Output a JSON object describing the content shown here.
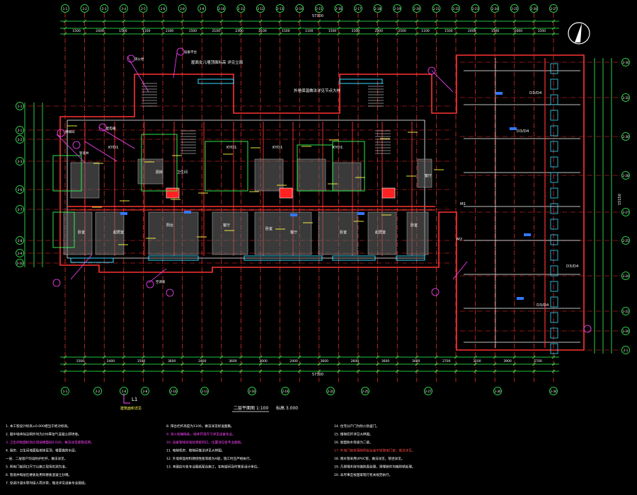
{
  "drawing": {
    "scale_label": "1:100",
    "total_dim": "57300",
    "right_total_dim": "15150",
    "top_axes": [
      "1-1",
      "2-2",
      "2-3",
      "2-4",
      "2-5",
      "2-6",
      "2-8",
      "2-9",
      "2-10",
      "2-11",
      "2-12",
      "2-13",
      "2-14",
      "2-15",
      "2-16",
      "2-17",
      "2-18",
      "2-19",
      "2-20",
      "2-21",
      "2-22",
      "2-23",
      "2-24",
      "2-25",
      "2-26",
      "2-27"
    ],
    "bottom_axes": [
      "1-1",
      "2-2",
      "2-6",
      "2-8",
      "2-10",
      "2-13",
      "2-16",
      "2-19",
      "2-22",
      "2-25",
      "2-27",
      "2-30",
      "2-34"
    ],
    "left_axes": [
      "1-1",
      "2-1",
      "2-2",
      "2-3",
      "2-6",
      "2-7",
      "2-8",
      "2-9",
      "2-10"
    ],
    "right_axes": [
      "2-34",
      "2-32",
      "2-30",
      "2-28",
      "2-27",
      "2-25",
      "2-24",
      "2-22",
      "2-20",
      "2-1"
    ],
    "top_dims": [
      "1500",
      "2400",
      "1500",
      "1100",
      "2300",
      "1500",
      "2100",
      "2300",
      "2100",
      "1500",
      "1100",
      "1500",
      "2100",
      "2300",
      "2500",
      "1100",
      "1500",
      "2400",
      "1500",
      "2000",
      "1500"
    ],
    "bottom_dims": [
      "1500",
      "2400",
      "1500",
      "3600",
      "2400",
      "3600",
      "3000",
      "2400",
      "3600",
      "2600",
      "3600",
      "3000",
      "2700",
      "3100",
      "3900",
      "5700"
    ],
    "room_labels": [
      "卧室",
      "起居室",
      "厨房",
      "卫生间",
      "阳台",
      "客厅",
      "卧室",
      "客厅",
      "卧室",
      "起居室",
      "卧室",
      "客厅"
    ],
    "tags": [
      "KYD1",
      "KYD1",
      "KYD1",
      "KYD1",
      "D3/D4",
      "D3/D4",
      "D3/D4",
      "D3/D4",
      "M1",
      "M2"
    ],
    "callouts": [
      "楼梯间",
      "管道井",
      "配电箱",
      "消火栓",
      "设备平台",
      "空调板"
    ],
    "annotation_top": "屋面女儿墙顶面标高 详见立面",
    "annotation_mid": "外墙保温做法详见节点大样",
    "plan_title": "二层平面图",
    "plan_scale": "1:100",
    "plan_note": "标高 3.000",
    "corner_mark": "L1",
    "corner_sub": "建筑面积详见"
  },
  "notes": {
    "col1": [
      "1. 本工程设计标高±0.000相当于绝对标高。",
      "2. 图中墙体除注明外均为200厚加气混凝土砌块墙。",
      "3. 卫生间地面标高比同层楼面低0.020，做法详见建施说明。",
      "4. 厨房、卫生间墙面贴瓷砖至顶，楼面做防水层。",
      "一层、二层窗户均设防护栏杆，做法详见。",
      "5. 所有门窗洞口尺寸以施工现场实测为准。",
      "6. 管道井每层在楼板处用同楼板混凝土封堵。",
      "7. 空调冷凝水管均接入雨水管，做法详见设备专业图纸。"
    ],
    "col2": [
      "8. 阳台栏杆高度为1100，做法详见标准图集。",
      "9. 消火栓箱暗装，墙体开洞尺寸详见设备专业。",
      "10. 设备管线穿墙处预留洞口，位置详见各专业图纸。",
      "11. 电梯机房、楼梯间做法详见大样图。",
      "12. 外墙保温材料燃烧性能等级为A级，施工时应严格执行。",
      "13. 本图应与各专业图纸配合施工，如有疑问及时联系设计单位。"
    ],
    "col3": [
      "14. 住宅分户门为防火防盗门。",
      "15. 楼梯栏杆详见大样图。",
      "16. 屋面防水等级为二级。",
      "17. 外墙门窗采用断桥铝合金中空玻璃门窗，做法详见。",
      "18. 雨水管采用UPVC管，做法详见，管径详见。",
      "19. 凡预埋木砖均做防腐处理，预埋铁件均做防锈处理。",
      "20. 未尽事宜按国家现行有关规范执行。"
    ]
  }
}
